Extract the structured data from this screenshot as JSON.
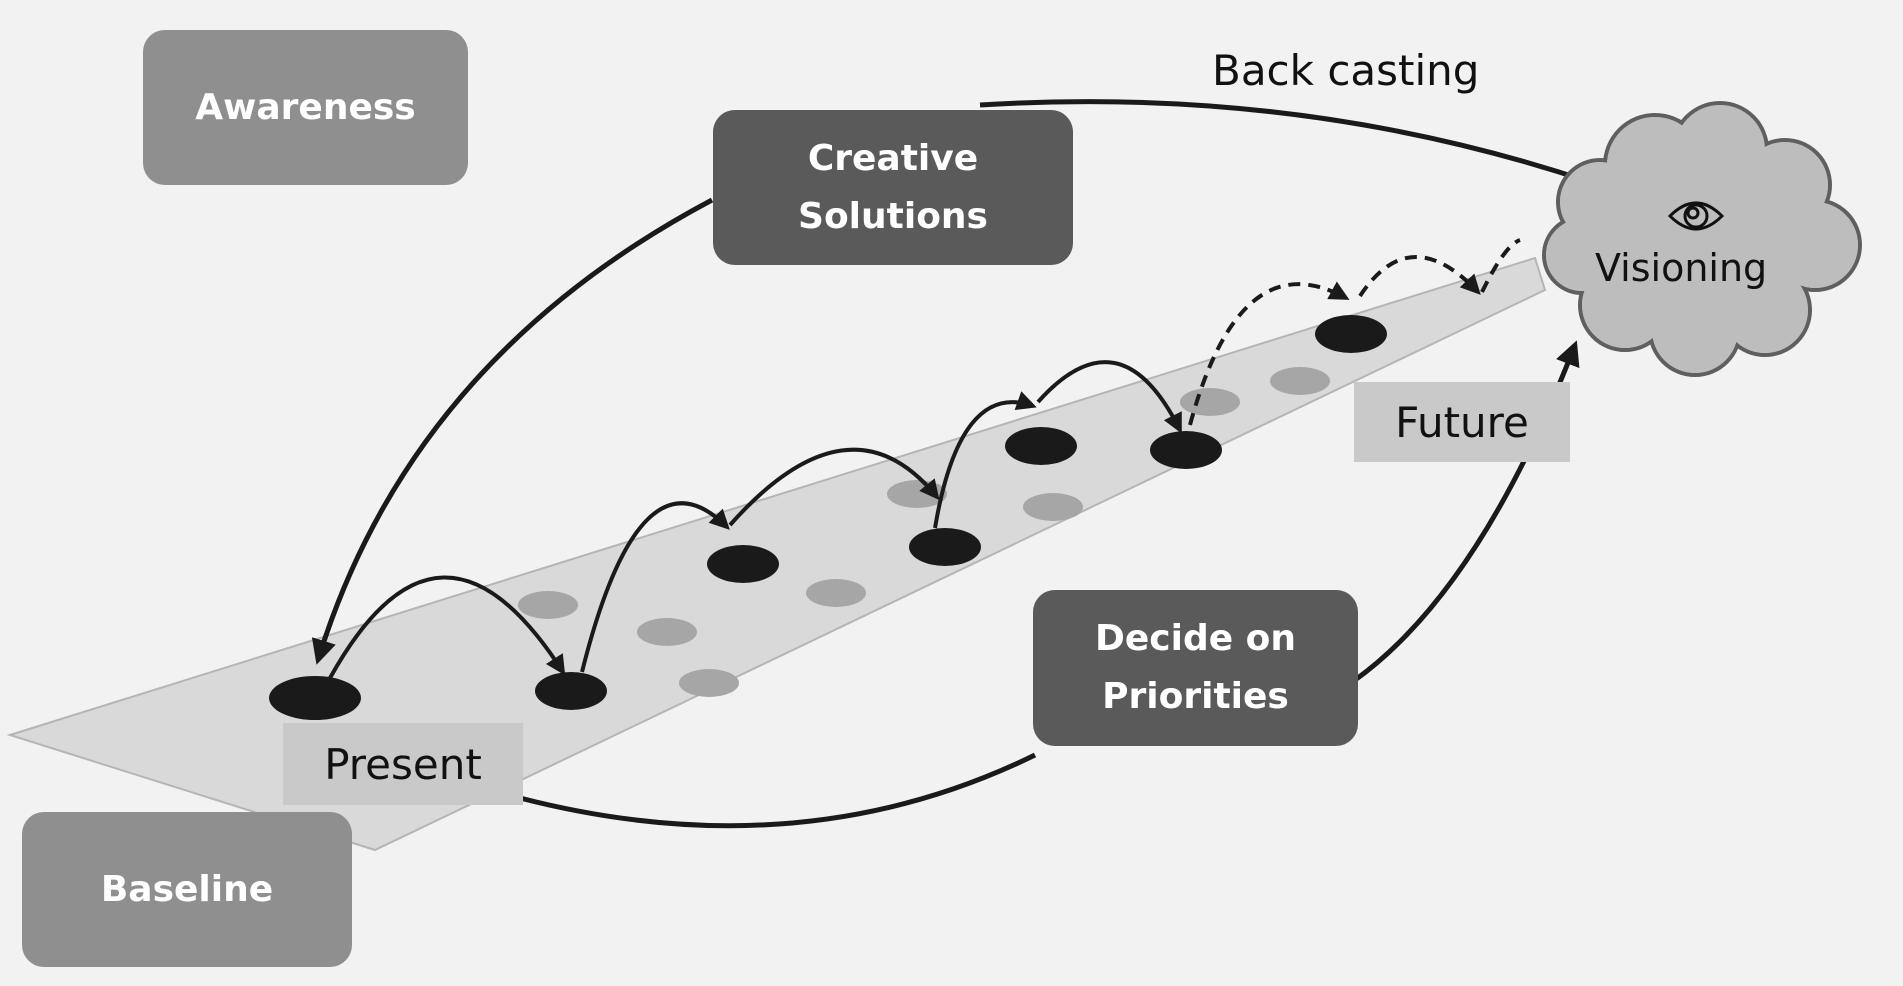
{
  "diagram": {
    "labels": {
      "awareness": "Awareness",
      "creative_solutions": "Creative\nSolutions",
      "back_casting": "Back casting",
      "visioning": "Visioning",
      "future": "Future",
      "decide_on_priorities": "Decide on\nPriorities",
      "present": "Present",
      "baseline": "Baseline"
    },
    "icons": {
      "cloud": "cloud-icon",
      "eye": "eye-icon"
    },
    "colors": {
      "background": "#f2f2f2",
      "light_box": "#8f8f8f",
      "dark_box": "#5a5a5a",
      "label_box": "#c9c9c9",
      "road": "#d9d9d9",
      "step_dark": "#1a1a1a",
      "step_light": "#a6a6a6",
      "cloud": "#bdbdbd"
    }
  }
}
